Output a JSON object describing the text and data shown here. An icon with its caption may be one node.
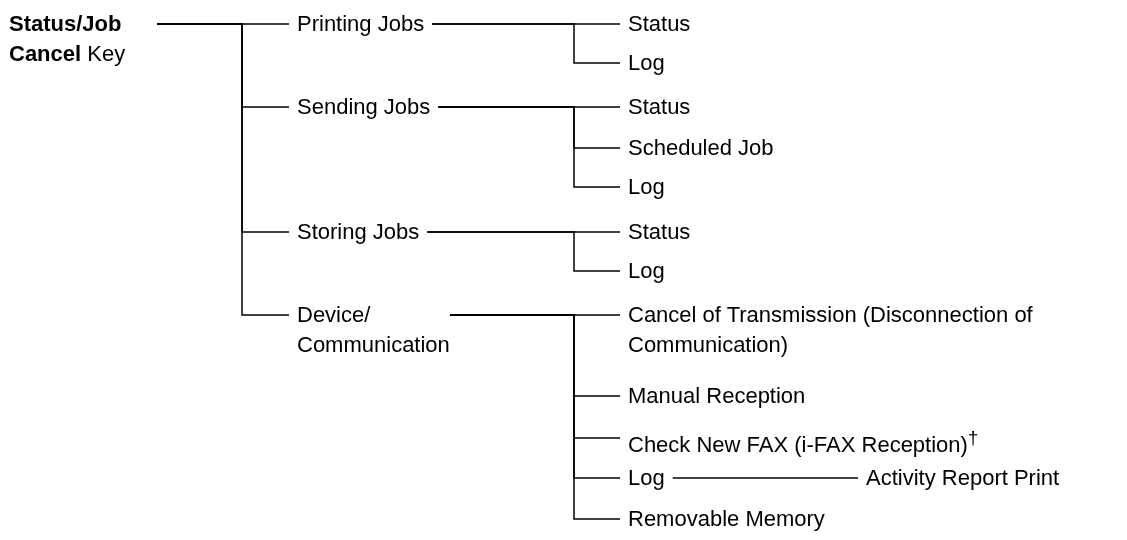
{
  "diagram": {
    "nodes": [
      {
        "text": [
          "**Status/Job Cancel** Key"
        ]
      },
      {
        "text": [
          "Printing Jobs"
        ]
      },
      {
        "text": [
          "Status"
        ]
      },
      {
        "text": [
          "Log"
        ]
      },
      {
        "text": [
          "Sending Jobs"
        ]
      },
      {
        "text": [
          "Status"
        ]
      },
      {
        "text": [
          "Scheduled Job"
        ]
      },
      {
        "text": [
          "Log"
        ]
      },
      {
        "text": [
          "Storing Jobs"
        ]
      },
      {
        "text": [
          "Status"
        ]
      },
      {
        "text": [
          "Log"
        ]
      },
      {
        "text": [
          "Device/ Communication"
        ]
      },
      {
        "text": [
          "Cancel of Transmission (Disconnection of Communication)"
        ]
      },
      {
        "text": [
          "Manual Reception"
        ]
      },
      {
        "text": [
          "Check New FAX (i-FAX Reception)$^{†}$"
        ]
      },
      {
        "text": [
          "Log"
        ]
      },
      {
        "text": [
          "Activity Report Print"
        ]
      },
      {
        "text": [
          "Removable Memory"
        ]
      }
    ],
    "edges": [
      {
        "from": 0,
        "to": 1,
        "arrow": "none"
      },
      {
        "from": 0,
        "to": 4,
        "arrow": "none"
      },
      {
        "from": 0,
        "to": 8,
        "arrow": "none"
      },
      {
        "from": 0,
        "to": 11,
        "arrow": "none"
      },
      {
        "from": 1,
        "to": 2,
        "arrow": "none"
      },
      {
        "from": 1,
        "to": 3,
        "arrow": "none"
      },
      {
        "from": 4,
        "to": 5,
        "arrow": "none"
      },
      {
        "from": 4,
        "to": 6,
        "arrow": "none"
      },
      {
        "from": 4,
        "to": 7,
        "arrow": "none"
      },
      {
        "from": 8,
        "to": 9,
        "arrow": "none"
      },
      {
        "from": 8,
        "to": 10,
        "arrow": "none"
      },
      {
        "from": 11,
        "to": 12,
        "arrow": "none"
      },
      {
        "from": 11,
        "to": 13,
        "arrow": "none"
      },
      {
        "from": 11,
        "to": 14,
        "arrow": "none"
      },
      {
        "from": 11,
        "to": 15,
        "arrow": "none"
      },
      {
        "from": 11,
        "to": 17,
        "arrow": "none"
      },
      {
        "from": 15,
        "to": 16,
        "arrow": "none"
      }
    ]
  }
}
